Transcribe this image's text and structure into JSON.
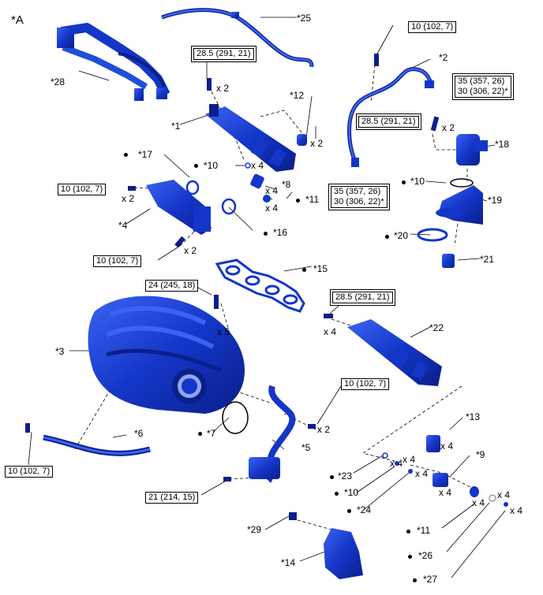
{
  "corner_label": "*A",
  "colors": {
    "part": "#1436c8",
    "part_dark": "#0a1f8a",
    "hose": "#1f4fd8",
    "line": "#000000"
  },
  "part_labels": {
    "p1": "*1",
    "p2": "*2",
    "p3": "*3",
    "p4": "*4",
    "p5": "*5",
    "p6": "*6",
    "p7": "*7",
    "p8": "*8",
    "p9": "*9",
    "p10a": "*10",
    "p10b": "*10",
    "p10c": "*10",
    "p11a": "*11",
    "p11b": "*11",
    "p12": "*12",
    "p13": "*13",
    "p14": "*14",
    "p15": "*15",
    "p16": "*16",
    "p17": "*17",
    "p18": "*18",
    "p19": "*19",
    "p20": "*20",
    "p21": "*21",
    "p22": "*22",
    "p23": "*23",
    "p24": "*24",
    "p25": "*25",
    "p26": "*26",
    "p27": "*27",
    "p28": "*28",
    "p29": "*29"
  },
  "torques": {
    "t_top_bolt": "10 (102, 7)",
    "t_rail_top": "28.5 (291, 21)",
    "t_pipe_right_a": "35 (357, 26)",
    "t_pipe_right_b": "30 (306, 22)*",
    "t_rail_mid": "28.5 (291, 21)",
    "t_pipe_left_a": "35 (357, 26)",
    "t_pipe_left_b": "30 (306, 22)*",
    "t_bracket_left": "10 (102, 7)",
    "t_bracket_bottom": "10 (102, 7)",
    "t_manifold": "24 (245, 18)",
    "t_rail_lower": "28.5 (291, 21)",
    "t_throttle": "10 (102, 7)",
    "t_hose6": "10 (102, 7)",
    "t_part5": "21 (214, 15)"
  },
  "quantities": {
    "q_rail_bolt": "x 2",
    "q_12": "x 2",
    "q_pipe_bolt": "x 2",
    "q_10": "x 4",
    "q_8": "x 4",
    "q_11": "x 4",
    "q_17bolt": "x 2",
    "q_4bolt": "x 2",
    "q_manifold": "x 5",
    "q_rail_lower": "x 4",
    "q_throttle": "x 2",
    "q_13": "x 4",
    "q_9": "x 4",
    "q_23": "x 4",
    "q_10b": "x 4",
    "q_24": "x 4",
    "q_11b": "x 4",
    "q_26": "x 4",
    "q_27": "x 4"
  }
}
